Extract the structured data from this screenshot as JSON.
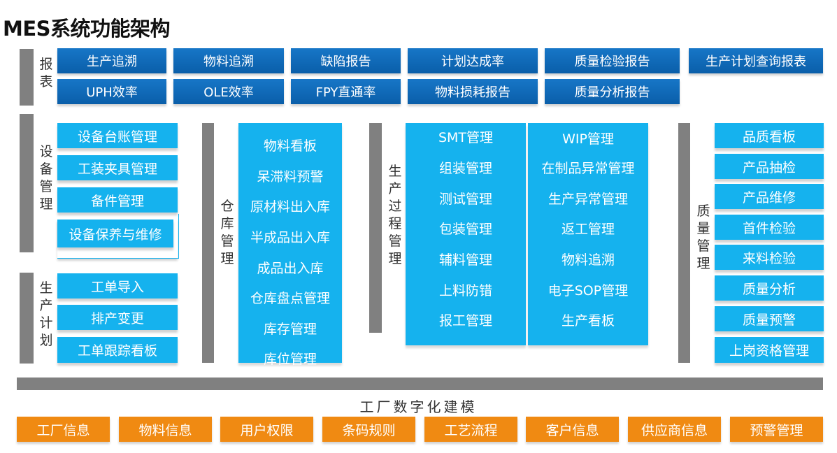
{
  "title": "MES系统功能架构",
  "reports": {
    "label": "报表",
    "row1": [
      "生产追溯",
      "物料追溯",
      "缺陷报告",
      "计划达成率",
      "质量检验报告",
      "生产计划查询报表"
    ],
    "row2": [
      "UPH效率",
      "OLE效率",
      "FPY直通率",
      "物料损耗报告",
      "质量分析报告"
    ]
  },
  "equipment": {
    "label": "设备管理",
    "items": [
      "设备台账管理",
      "工装夹具管理",
      "备件管理",
      "设备保养与维修"
    ]
  },
  "production_plan": {
    "label": "生产计划",
    "items": [
      "工单导入",
      "排产变更",
      "工单跟踪看板"
    ]
  },
  "warehouse": {
    "label": "仓库管理",
    "items": [
      "物料看板",
      "呆滞料预警",
      "原材料出入库",
      "半成品出入库",
      "成品出入库",
      "仓库盘点管理",
      "库存管理",
      "库位管理"
    ]
  },
  "process": {
    "label": "生产过程管理",
    "col1": [
      "SMT管理",
      "组装管理",
      "测试管理",
      "包装管理",
      "辅料管理",
      "上料防错",
      "报工管理"
    ],
    "col2": [
      "WIP管理",
      "在制品异常管理",
      "生产异常管理",
      "返工管理",
      "物料追溯",
      "电子SOP管理",
      "生产看板"
    ]
  },
  "quality": {
    "label": "质量管理",
    "items": [
      "品质看板",
      "产品抽检",
      "产品维修",
      "首件检验",
      "来料检验",
      "质量分析",
      "质量预警",
      "上岗资格管理"
    ]
  },
  "factory": {
    "label": "工厂数字化建模",
    "items": [
      "工厂信息",
      "物料信息",
      "用户权限",
      "条码规则",
      "工艺流程",
      "客户信息",
      "供应商信息",
      "预警管理"
    ]
  }
}
